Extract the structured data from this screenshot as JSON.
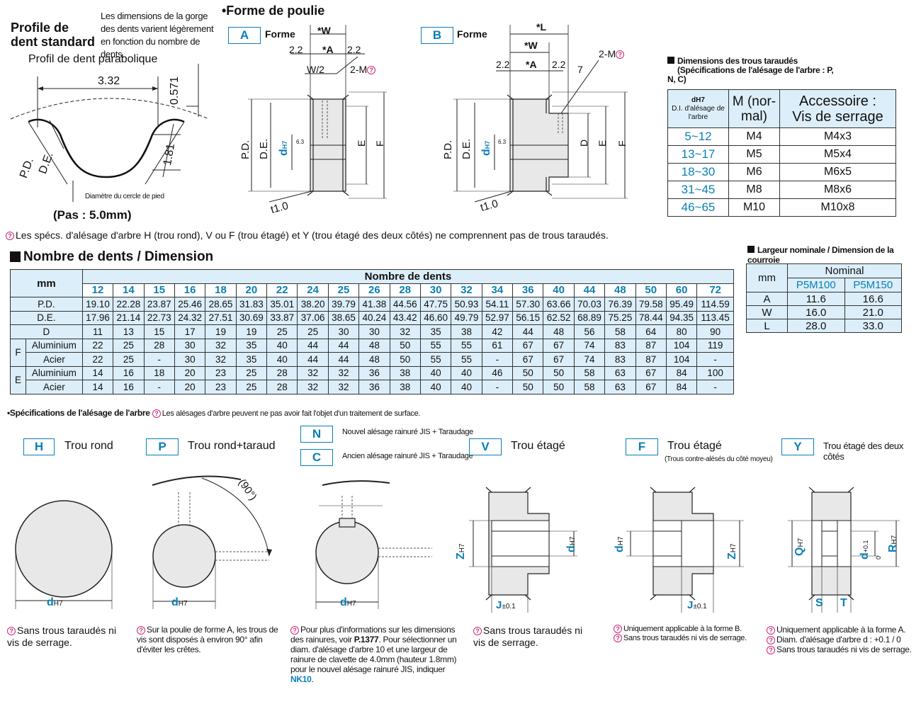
{
  "profile": {
    "title_line1": "Profile de",
    "title_line2": "dent standard",
    "note": "Les dimensions de la gorge des dents varient légèrement en fonction du nombre de dents.",
    "parabolic": "Profil de dent parabolique",
    "dim_332": "3.32",
    "dim_0571": "0.571",
    "dim_181": "1.81",
    "pd": "P.D.",
    "de": "D.E.",
    "root": "Diamètre du cercle de pied",
    "pitch": "(Pas : 5.0mm)"
  },
  "forme": {
    "title": "•Forme de poulie",
    "a_badge": "A",
    "b_badge": "B",
    "label": "Forme",
    "W": "*W",
    "A": "*A",
    "L": "*L",
    "W2": "W/2",
    "twoM": "2-M",
    "v22": "2.2",
    "v7": "7",
    "pd": "P.D.",
    "de": "D.E.",
    "d": "d",
    "h7": "H7",
    "rough": "6.3",
    "E": "E",
    "F": "F",
    "D": "D",
    "t1": "t1.0"
  },
  "tapped": {
    "title_line1": "Dimensions des trous taraudés",
    "title_line2": "(Spécifications de l'alésage de l'arbre : P,",
    "title_line3": "N, C)",
    "h_dh7": "dH7",
    "h_di_1": "D.I. d'alésage de",
    "h_di_2": "l'arbre",
    "h_m_1": "M (nor-",
    "h_m_2": "mal)",
    "h_acc_1": "Accessoire :",
    "h_acc_2": "Vis de serrage",
    "rows": [
      {
        "d": "5~12",
        "m": "M4",
        "s": "M4x3"
      },
      {
        "d": "13~17",
        "m": "M5",
        "s": "M5x4"
      },
      {
        "d": "18~30",
        "m": "M6",
        "s": "M6x5"
      },
      {
        "d": "31~45",
        "m": "M8",
        "s": "M8x6"
      },
      {
        "d": "46~65",
        "m": "M10",
        "s": "M10x8"
      }
    ]
  },
  "spec_note": "Les spécs. d'alésage d'arbre H (trou rond), V ou F (trou étagé) et Y (trou étagé des deux côtés) ne comprennent pas de trous taraudés.",
  "dims": {
    "title": "Nombre de dents / Dimension",
    "mm": "mm",
    "teeth_header": "Nombre de dents",
    "teeth": [
      "12",
      "14",
      "15",
      "16",
      "18",
      "20",
      "22",
      "24",
      "25",
      "26",
      "28",
      "30",
      "32",
      "34",
      "36",
      "40",
      "44",
      "48",
      "50",
      "60",
      "72"
    ],
    "PD": [
      "19.10",
      "22.28",
      "23.87",
      "25.46",
      "28.65",
      "31.83",
      "35.01",
      "38.20",
      "39.79",
      "41.38",
      "44.56",
      "47.75",
      "50.93",
      "54.11",
      "57.30",
      "63.66",
      "70.03",
      "76.39",
      "79.58",
      "95.49",
      "114.59"
    ],
    "DE": [
      "17.96",
      "21.14",
      "22.73",
      "24.32",
      "27.51",
      "30.69",
      "33.87",
      "37.06",
      "38.65",
      "40.24",
      "43.42",
      "46.60",
      "49.79",
      "52.97",
      "56.15",
      "62.52",
      "68.89",
      "75.25",
      "78.44",
      "94.35",
      "113.45"
    ],
    "D": [
      "11",
      "13",
      "15",
      "17",
      "19",
      "19",
      "25",
      "25",
      "30",
      "30",
      "32",
      "35",
      "38",
      "42",
      "44",
      "48",
      "56",
      "58",
      "64",
      "80",
      "90"
    ],
    "F_alu": [
      "22",
      "25",
      "28",
      "30",
      "32",
      "35",
      "40",
      "44",
      "44",
      "48",
      "50",
      "55",
      "55",
      "61",
      "67",
      "67",
      "74",
      "83",
      "87",
      "104",
      "119"
    ],
    "F_steel": [
      "22",
      "25",
      "-",
      "30",
      "32",
      "35",
      "40",
      "44",
      "44",
      "48",
      "50",
      "55",
      "55",
      "-",
      "67",
      "67",
      "74",
      "83",
      "87",
      "104",
      "-"
    ],
    "E_alu": [
      "14",
      "16",
      "18",
      "20",
      "23",
      "25",
      "28",
      "32",
      "32",
      "36",
      "38",
      "40",
      "40",
      "46",
      "50",
      "50",
      "58",
      "63",
      "67",
      "84",
      "100"
    ],
    "E_steel": [
      "14",
      "16",
      "-",
      "20",
      "23",
      "25",
      "28",
      "32",
      "32",
      "36",
      "38",
      "40",
      "40",
      "-",
      "50",
      "50",
      "58",
      "63",
      "67",
      "84",
      "-"
    ],
    "row_pd": "P.D.",
    "row_de": "D.E.",
    "row_d": "D",
    "row_f": "F",
    "row_e": "E",
    "alu": "Aluminium",
    "steel": "Acier"
  },
  "belt": {
    "title": "Largeur nominale / Dimension de la courroie",
    "mm": "mm",
    "nominal": "Nominal",
    "c1": "P5M100",
    "c2": "P5M150",
    "rows": [
      {
        "k": "A",
        "v1": "11.6",
        "v2": "16.6"
      },
      {
        "k": "W",
        "v1": "16.0",
        "v2": "21.0"
      },
      {
        "k": "L",
        "v1": "28.0",
        "v2": "33.0"
      }
    ]
  },
  "bore": {
    "title": "•Spécifications de l'alésage de l'arbre",
    "title_note": "Les alésages d'arbre peuvent ne pas avoir fait l'objet d'un traitement de surface.",
    "H": {
      "badge": "H",
      "label": "Trou rond",
      "note": "Sans trous taraudés ni vis de serrage."
    },
    "P": {
      "badge": "P",
      "label": "Trou rond+taraud",
      "note": "Sur la poulie de forme A, les trous de vis sont disposés à environ 90° afin d'éviter les crêtes.",
      "angle": "(90°)"
    },
    "N": {
      "badge": "N",
      "label": "Nouvel alésage rainuré JIS + Taraudage"
    },
    "C": {
      "badge": "C",
      "label": "Ancien alésage rainuré JIS + Taraudage",
      "note_a": "Pour plus d'informations sur les dimensions des rainures, voir ",
      "note_ref": "P.1377",
      "note_b": ". Pour sélectionner un diam. d'alésage d'arbre 10 et une largeur de rainure de clavette de 4.0mm (hauteur 1.8mm) pour le nouvel alésage rainuré JIS, indiquer ",
      "note_code": "NK10",
      "note_end": "."
    },
    "V": {
      "badge": "V",
      "label": "Trou étagé",
      "note": "Sans trous taraudés ni vis de serrage."
    },
    "F": {
      "badge": "F",
      "label": "Trou étagé",
      "sub": "(Trous contre-alésés du côté moyeu)",
      "note1": "Uniquement applicable à la forme B.",
      "note2": "Sans trous taraudés ni vis de serrage."
    },
    "Y": {
      "badge": "Y",
      "label": "Trou étagé des deux côtés",
      "note1": "Uniquement applicable à la forme A.",
      "note2": "Diam. d'alésage d'arbre d : +0.1 / 0",
      "note3": "Sans trous taraudés ni vis de serrage."
    },
    "d": "d",
    "h7": "H7",
    "Z": "Z",
    "Q": "Q",
    "R": "R",
    "J": "J",
    "tol": "±0.1",
    "S": "S",
    "T": "T",
    "dtol": "+0.1\n0"
  }
}
